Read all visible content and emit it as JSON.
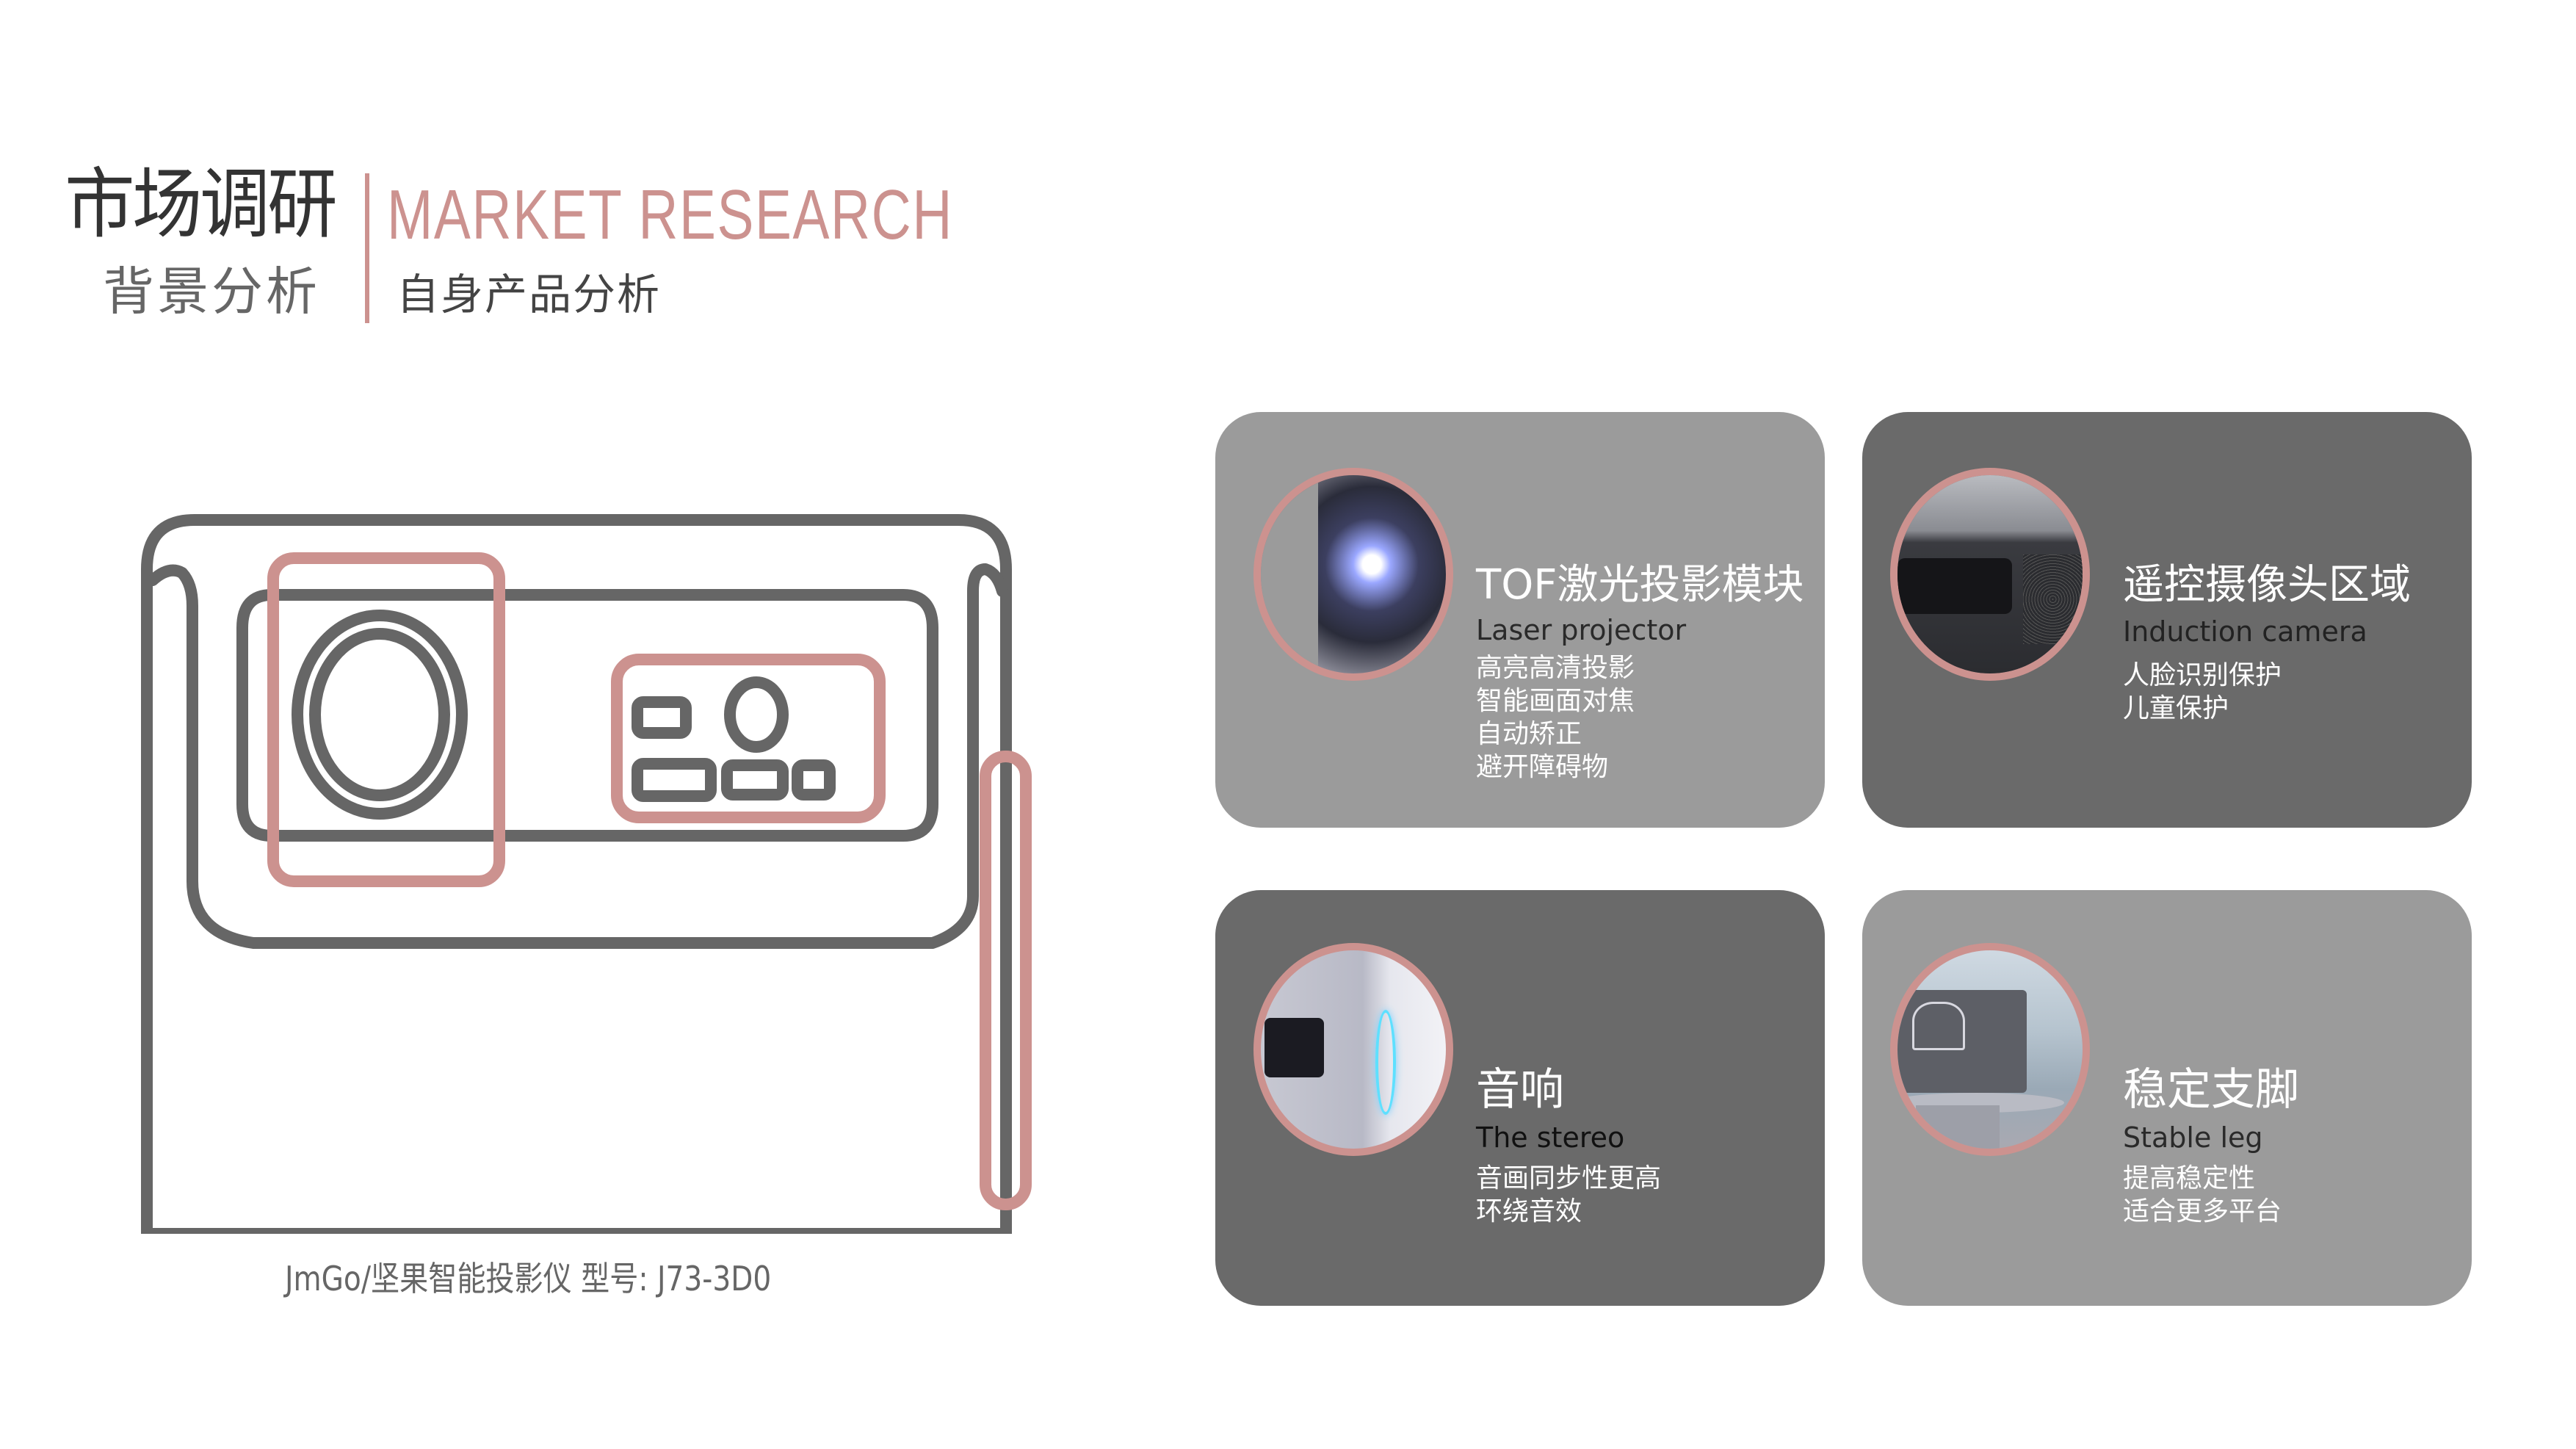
{
  "header": {
    "title_cn": "市场调研",
    "title_en": "MARKET RESEARCH",
    "subtitle_left": "背景分析",
    "subtitle_right": "自身产品分析"
  },
  "colors": {
    "accent": "#cc928f",
    "card_light": "#9b9b9b",
    "card_dark": "#6a6a6a",
    "outline": "#666666"
  },
  "product": {
    "caption": "JmGo/坚果智能投影仪  型号: J73-3D0",
    "drawing_icon": "projector-outline-icon"
  },
  "cards": [
    {
      "title": "TOF激光投影模块",
      "subtitle": "Laser projector",
      "features": [
        "高亮高清投影",
        "智能画面对焦",
        "自动矫正",
        "避开障碍物"
      ],
      "photo_icon": "laser-lens-photo"
    },
    {
      "title": "遥控摄像头区域",
      "subtitle": "Induction camera",
      "features": [
        "人脸识别保护",
        "儿童保护"
      ],
      "photo_icon": "camera-photo"
    },
    {
      "title": "音响",
      "subtitle": "The stereo",
      "features": [
        "音画同步性更高",
        "环绕音效"
      ],
      "photo_icon": "speaker-photo"
    },
    {
      "title": "稳定支脚",
      "subtitle": "Stable leg",
      "features": [
        "提高稳定性",
        "适合更多平台"
      ],
      "photo_icon": "stand-photo"
    }
  ]
}
